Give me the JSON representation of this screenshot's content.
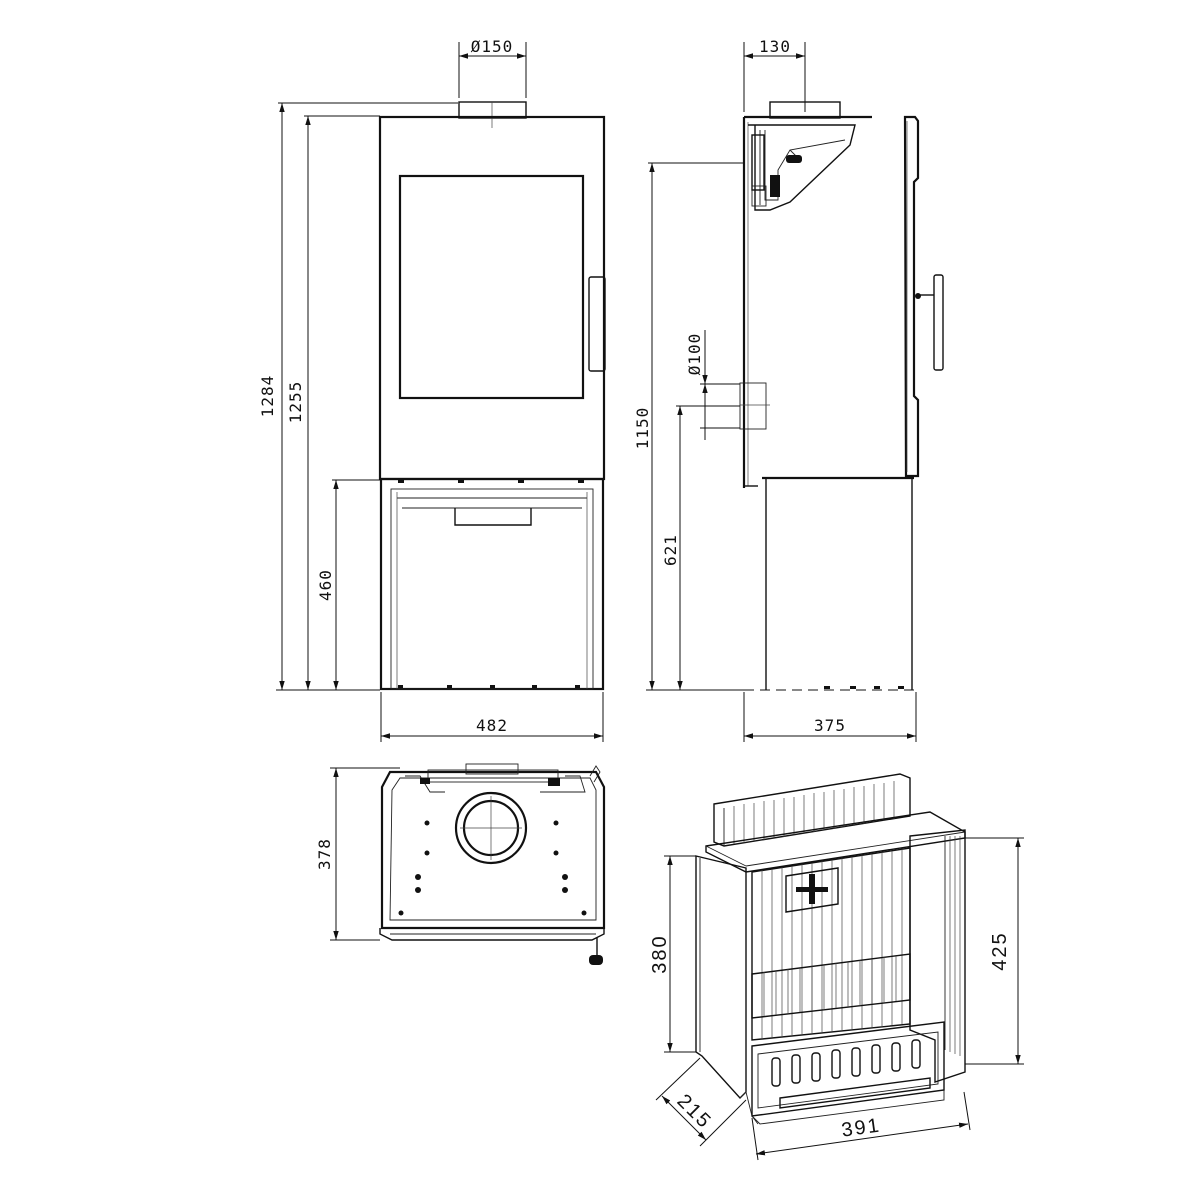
{
  "dimensions": {
    "flue_top_diameter": "Ø150",
    "side_flue_offset": "130",
    "total_height": "1284",
    "body_height": "1255",
    "base_height": "460",
    "front_width": "482",
    "side_outlet_height": "1150",
    "rear_outlet_diameter": "Ø100",
    "rear_outlet_height": "621",
    "depth": "375",
    "plan_depth": "378",
    "firebox_height": "380",
    "firebox_height_rear": "425",
    "firebox_depth": "215",
    "firebox_width": "391"
  }
}
